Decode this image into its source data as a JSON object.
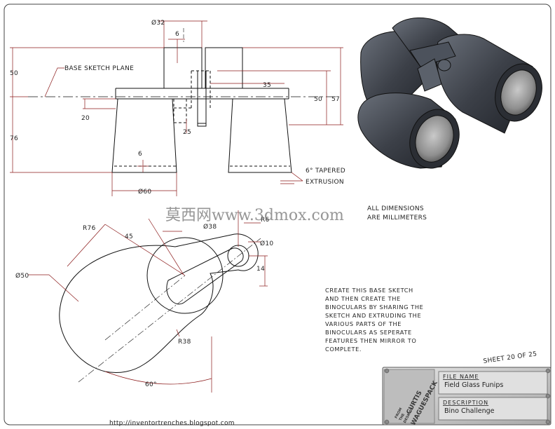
{
  "front_view": {
    "dia_top": "Ø32",
    "dim_6_top": "6",
    "dim_50_left": "50",
    "base_sketch_plane": "BASE SKETCH PLANE",
    "dim_20": "20",
    "dim_76": "76",
    "dim_25": "25",
    "dim_35": "35",
    "dim_50_right": "50",
    "dim_57": "57",
    "dim_6_bottom": "6",
    "dia_bottom": "Ø60",
    "taper_note_1": "6° TAPERED",
    "taper_note_2": "EXTRUSION"
  },
  "dimension_note_1": "ALL DIMENSIONS",
  "dimension_note_2": "ARE MILLIMETERS",
  "sketch": {
    "r76": "R76",
    "dim_45": "45",
    "dia_38": "Ø38",
    "r6": "R6",
    "dia_10": "Ø10",
    "dim_14": "14",
    "dia_50": "Ø50",
    "r38": "R38",
    "angle_60": "60°"
  },
  "instructions": [
    "CREATE THIS BASE SKETCH",
    "AND THEN CREATE THE",
    "BINOCULARS BY SHARING THE",
    "SKETCH AND EXTRUDING THE",
    "VARIOUS PARTS OF THE",
    "BINOCULARS AS SEPERATE",
    "FEATURES THEN MIRROR TO",
    "COMPLETE."
  ],
  "sheet_label": "SHEET 20  OF 25",
  "watermark": "莫西网www.3dmox.com",
  "footer_url": "http://inventortrenches.blogspot.com",
  "title_block": {
    "logo_line_1": "CURTIS",
    "logo_line_2": "WAGUESPACK",
    "logo_small": [
      "FROM",
      "THE",
      "DESK OF"
    ],
    "file_name_header": "FILE NAME",
    "file_name_value": "Field Glass Funips",
    "description_header": "DESCRIPTION",
    "description_value": "Bino Challenge"
  },
  "colors": {
    "line": "#111111",
    "dimension": "#8b1a1a",
    "body": "#3c4048",
    "lens": "#9a9a9a",
    "panel": "#cfcfcf"
  }
}
